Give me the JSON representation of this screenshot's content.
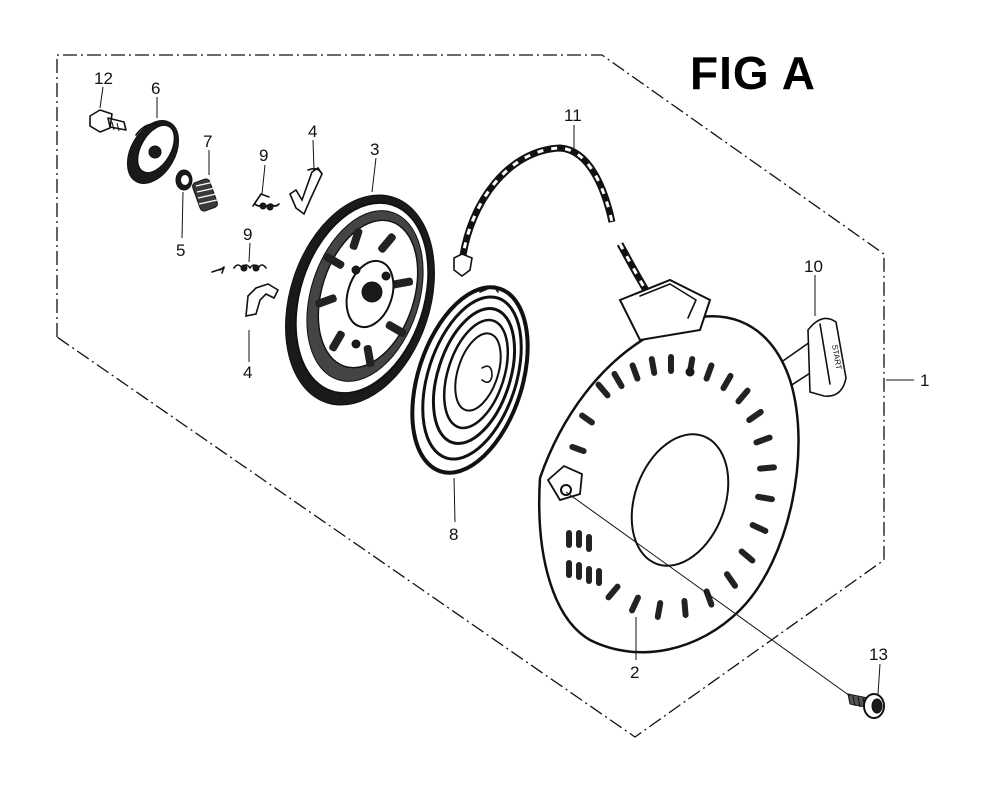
{
  "figure": {
    "title": "FIG A"
  },
  "callouts": {
    "c1": "1",
    "c2": "2",
    "c3": "3",
    "c4a": "4",
    "c4b": "4",
    "c5": "5",
    "c6": "6",
    "c7": "7",
    "c8": "8",
    "c9a": "9",
    "c9b": "9",
    "c10": "10",
    "c11": "11",
    "c12": "12",
    "c13": "13"
  }
}
